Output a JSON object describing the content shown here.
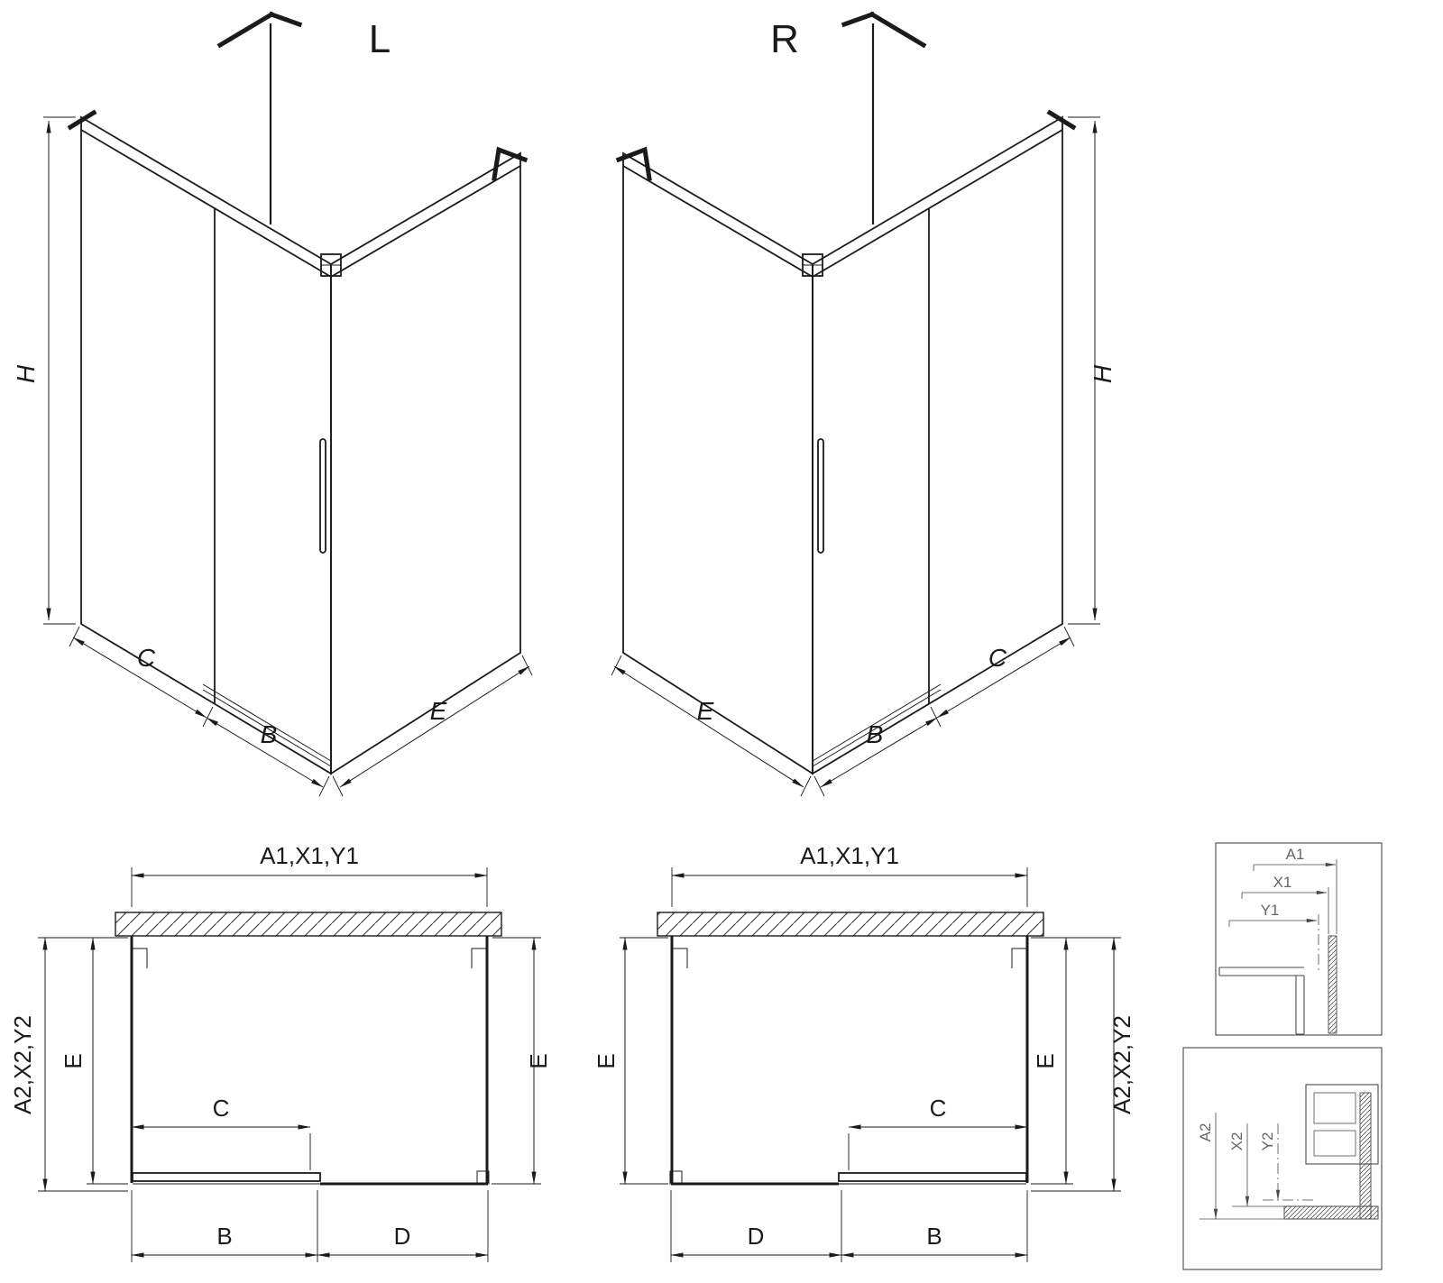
{
  "variant_titles": {
    "left": "L",
    "right": "R"
  },
  "iso_left": {
    "h": "H",
    "c": "C",
    "b": "B",
    "e": "E"
  },
  "iso_right": {
    "h": "H",
    "c": "C",
    "b": "B",
    "e": "E"
  },
  "plan_left": {
    "width_top": "A1,X1,Y1",
    "depth_outer": "A2,X2,Y2",
    "e_left": "E",
    "e_right": "E",
    "c": "C",
    "b": "B",
    "d": "D"
  },
  "plan_right": {
    "width_top": "A1,X1,Y1",
    "depth_outer": "A2,X2,Y2",
    "e_left": "E",
    "e_right": "E",
    "c": "C",
    "b": "B",
    "d": "D"
  },
  "detail_top": {
    "a1": "A1",
    "x1": "X1",
    "y1": "Y1"
  },
  "detail_bottom": {
    "a2": "A2",
    "x2": "X2",
    "y2": "Y2"
  },
  "colors": {
    "line": "#1b1b1b",
    "detail_label": "#666666",
    "background": "#ffffff"
  }
}
